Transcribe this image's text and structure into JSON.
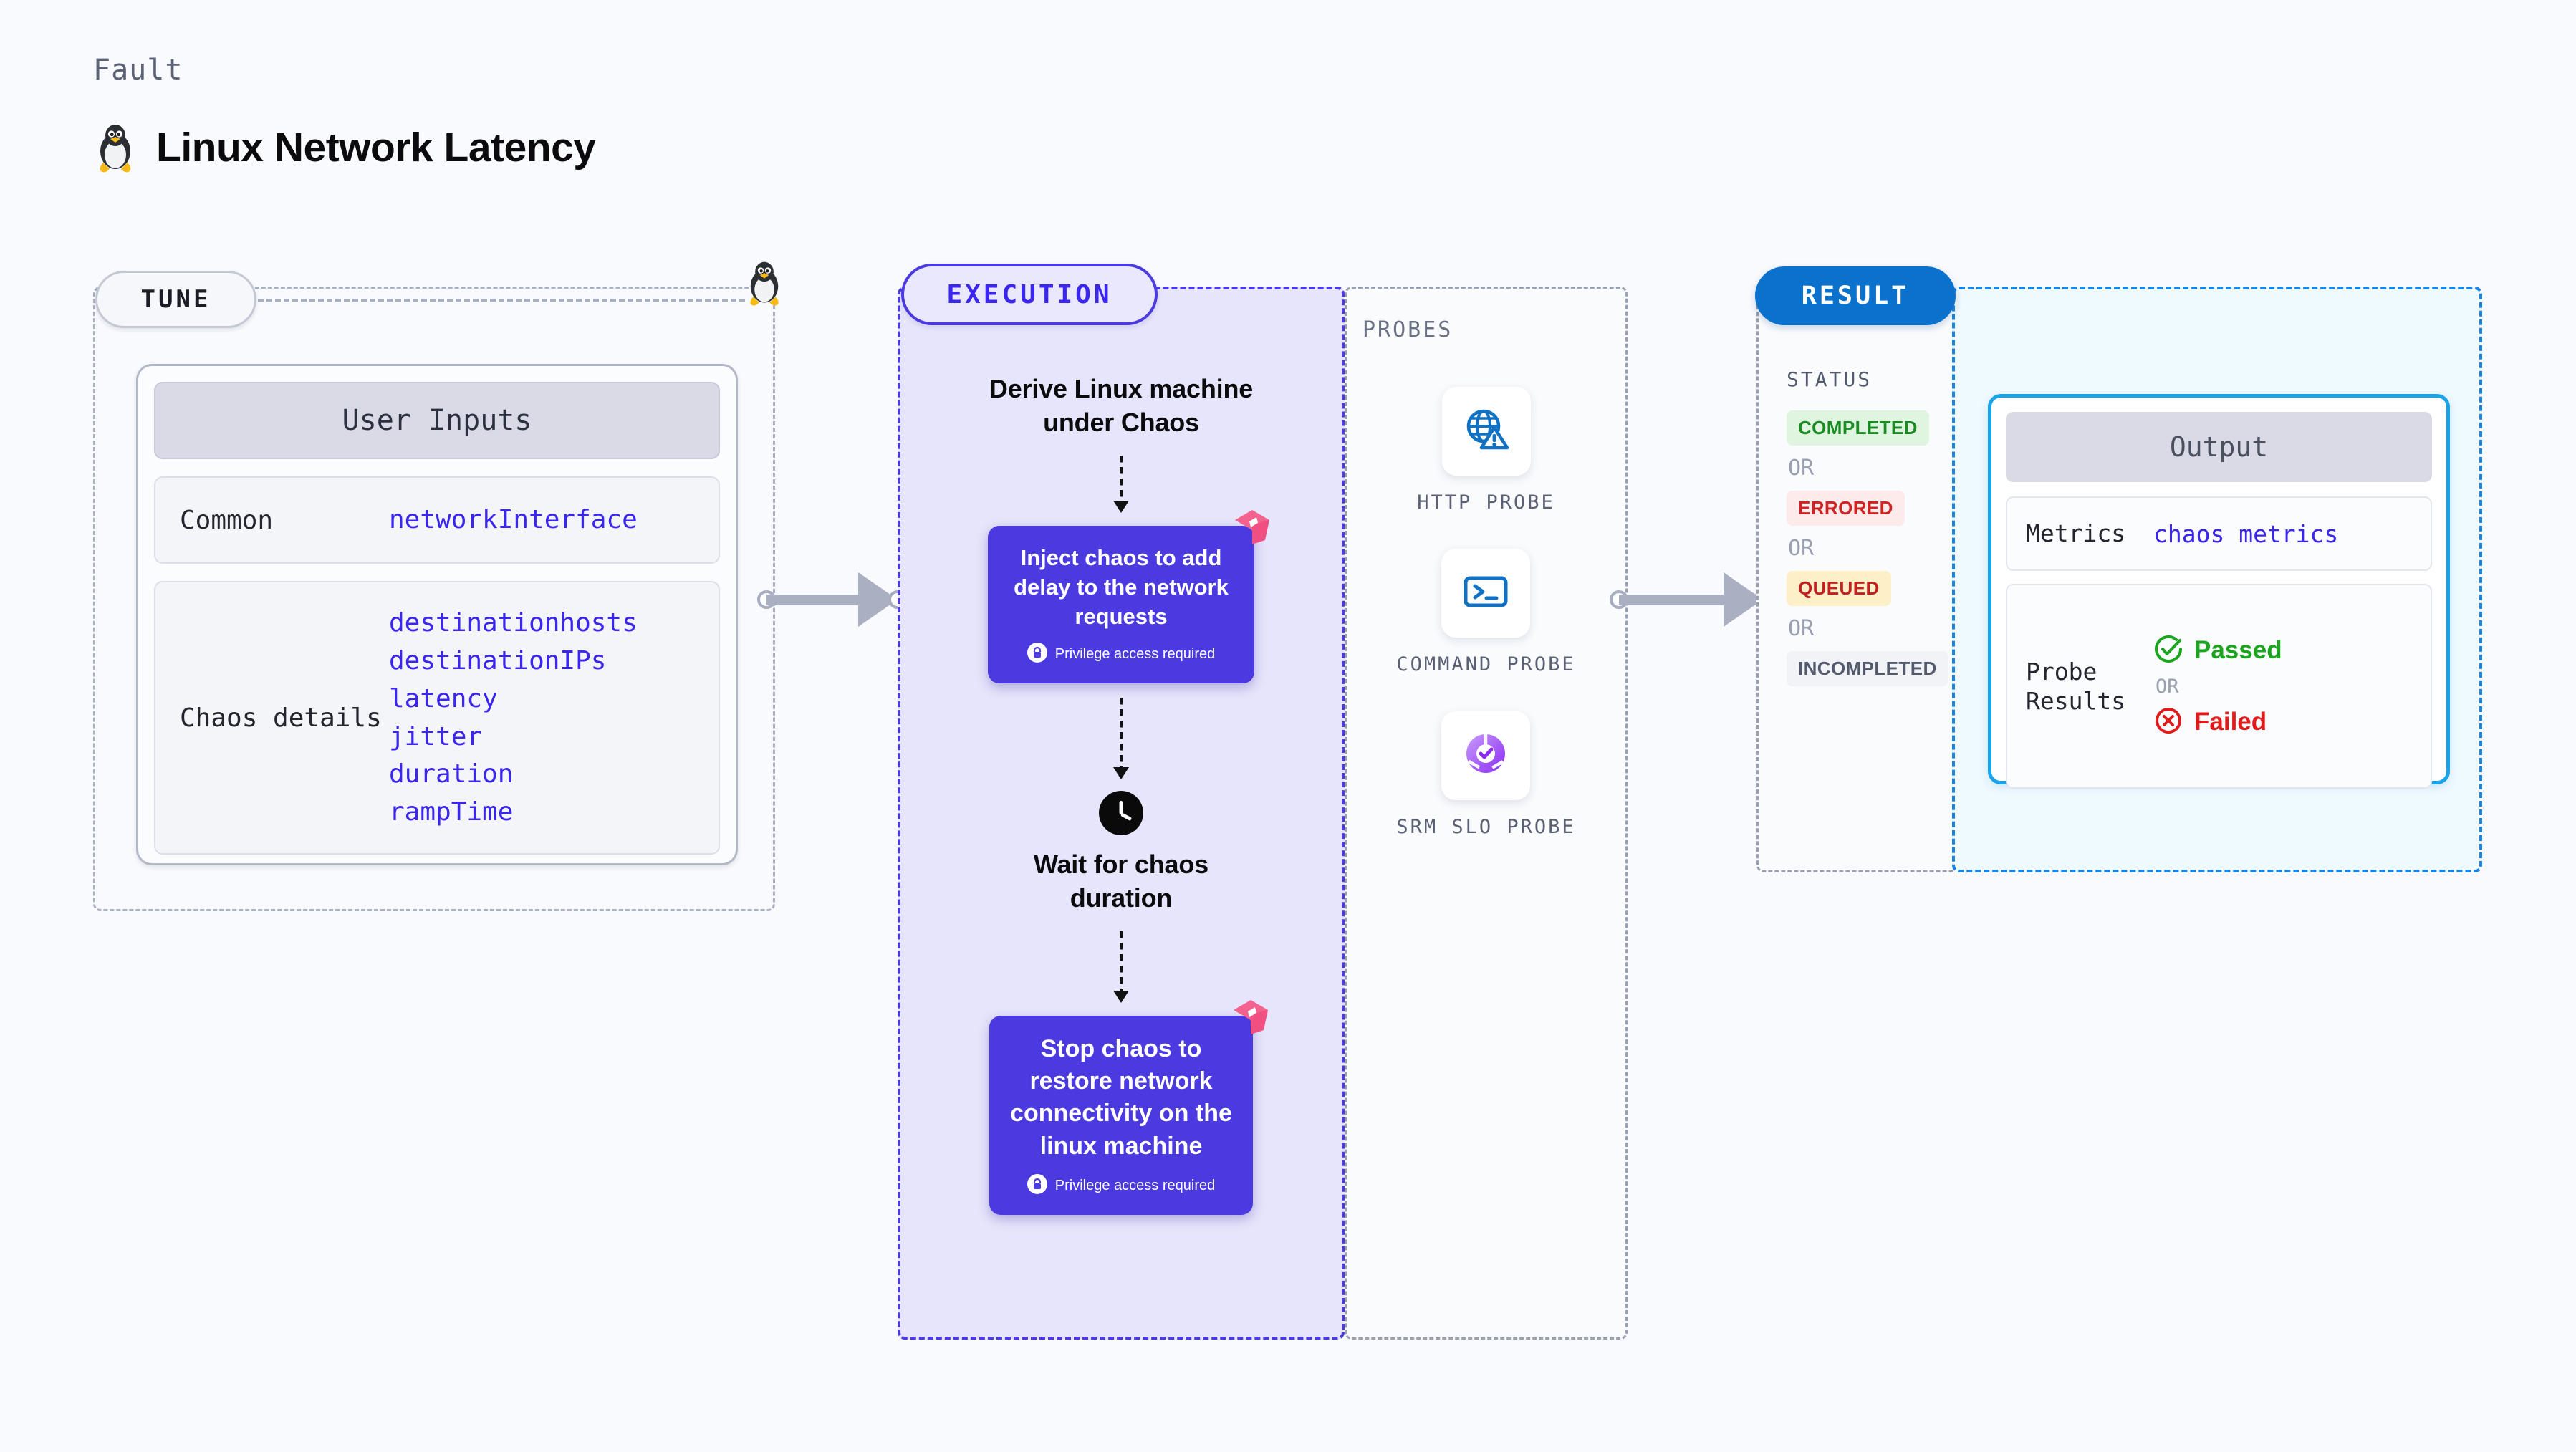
{
  "header": {
    "eyebrow": "Fault",
    "title": "Linux Network Latency",
    "icon": "linux-penguin-icon"
  },
  "tune": {
    "pill_label": "TUNE",
    "card_title": "User Inputs",
    "rows": [
      {
        "key": "Common",
        "values": [
          "networkInterface"
        ]
      },
      {
        "key": "Chaos details",
        "values": [
          "destinationhosts",
          "destinationIPs",
          "latency",
          "jitter",
          "duration",
          "rampTime"
        ]
      }
    ]
  },
  "execution": {
    "pill_label": "EXECUTION",
    "steps": [
      {
        "type": "title",
        "text": "Derive Linux machine under Chaos"
      },
      {
        "type": "card",
        "text": "Inject chaos to add delay to the network requests",
        "note": "Privilege access required",
        "badge": "harness-logo-icon"
      },
      {
        "type": "clock",
        "text": "Wait for chaos duration"
      },
      {
        "type": "card",
        "text": "Stop chaos to restore network connectivity on the linux machine",
        "note": "Privilege access required",
        "badge": "harness-logo-icon"
      }
    ]
  },
  "probes": {
    "section_label": "PROBES",
    "items": [
      {
        "label": "HTTP PROBE",
        "icon": "globe-warning-icon"
      },
      {
        "label": "COMMAND PROBE",
        "icon": "terminal-icon"
      },
      {
        "label": "SRM SLO PROBE",
        "icon": "srm-slo-donut-icon"
      }
    ]
  },
  "result": {
    "pill_label": "RESULT",
    "status_label": "STATUS",
    "or_label": "OR",
    "statuses": [
      {
        "label": "COMPLETED",
        "bg": "#dff5e0",
        "fg": "#1a8a22"
      },
      {
        "label": "ERRORED",
        "bg": "#fdeaea",
        "fg": "#cf2222"
      },
      {
        "label": "QUEUED",
        "bg": "#fdf0c9",
        "fg": "#c02020"
      },
      {
        "label": "INCOMPLETED",
        "bg": "#f2f3f7",
        "fg": "#545a6d"
      }
    ]
  },
  "output": {
    "card_title": "Output",
    "metrics_key": "Metrics",
    "metrics_value": "chaos metrics",
    "probe_results_key": "Probe Results",
    "passed_label": "Passed",
    "failed_label": "Failed",
    "or_label": "OR",
    "passed_color": "#1ba51f",
    "failed_color": "#e01b1b"
  },
  "colors": {
    "accent_purple": "#3a26ee",
    "execution_fill": "#e6e5fb",
    "result_blue": "#0a72cc",
    "output_cyan": "#19a3e8",
    "harness_pink": "#f4628f",
    "page_bg": "#f8fafd"
  }
}
